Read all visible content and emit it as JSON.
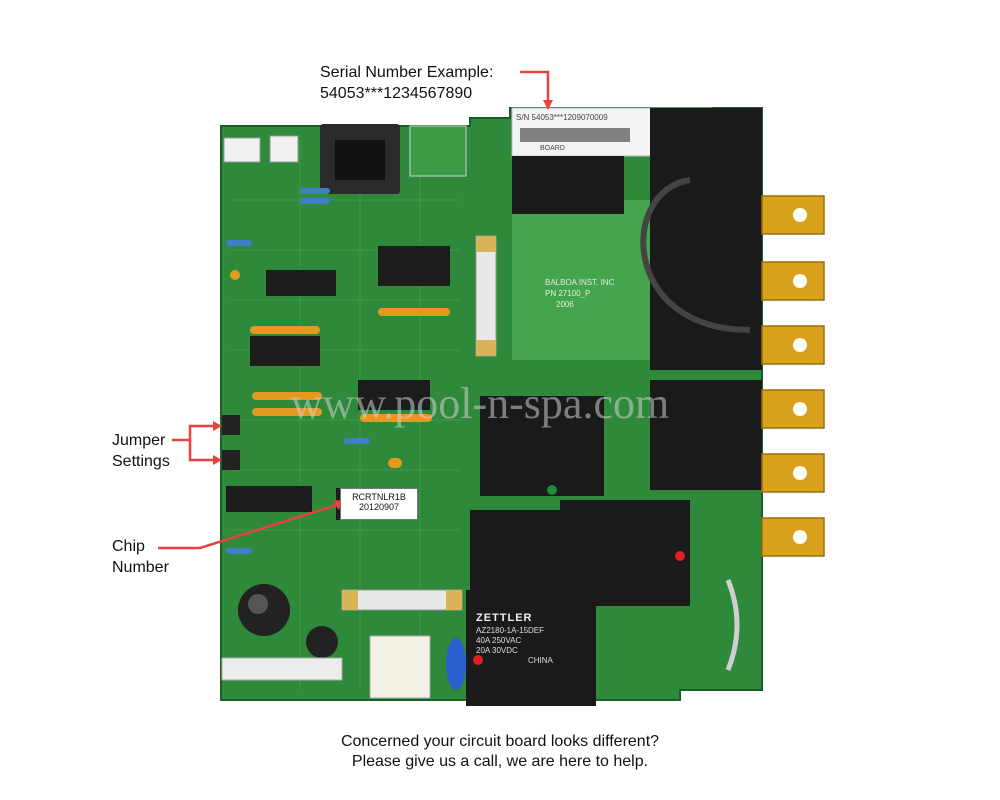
{
  "annotations": {
    "serial_line1": "Serial Number Example:",
    "serial_line2": "54053***1234567890",
    "jumper_line1": "Jumper",
    "jumper_line2": "Settings",
    "chip_line1": "Chip",
    "chip_line2": "Number"
  },
  "board": {
    "sticker_sn": "S/N 54053***1209070009",
    "sticker_board": "BOARD",
    "mfr_line1": "BALBOA INST. INC",
    "mfr_line2": "PN 27100_P",
    "mfr_year": "2006",
    "chip_text1": "RCRTNLR1B",
    "chip_text2": "20120907",
    "relay_brand": "ZETTLER",
    "relay_model": "AZ2180-1A-15DEF",
    "relay_rating1": "40A 250VAC",
    "relay_rating2": "20A 30VDC",
    "relay_origin": "CHINA",
    "watermark": "www.pool-n-spa.com"
  },
  "footer": {
    "line1": "Concerned your circuit board looks different?",
    "line2": "Please give us a call, we are here to help."
  },
  "colors": {
    "pcb": "#2e8a3a",
    "pcb_dark": "#1f6b2b",
    "relay": "#1a1a1a",
    "terminal": "#d9a21b",
    "arrow": "#e8423c"
  }
}
